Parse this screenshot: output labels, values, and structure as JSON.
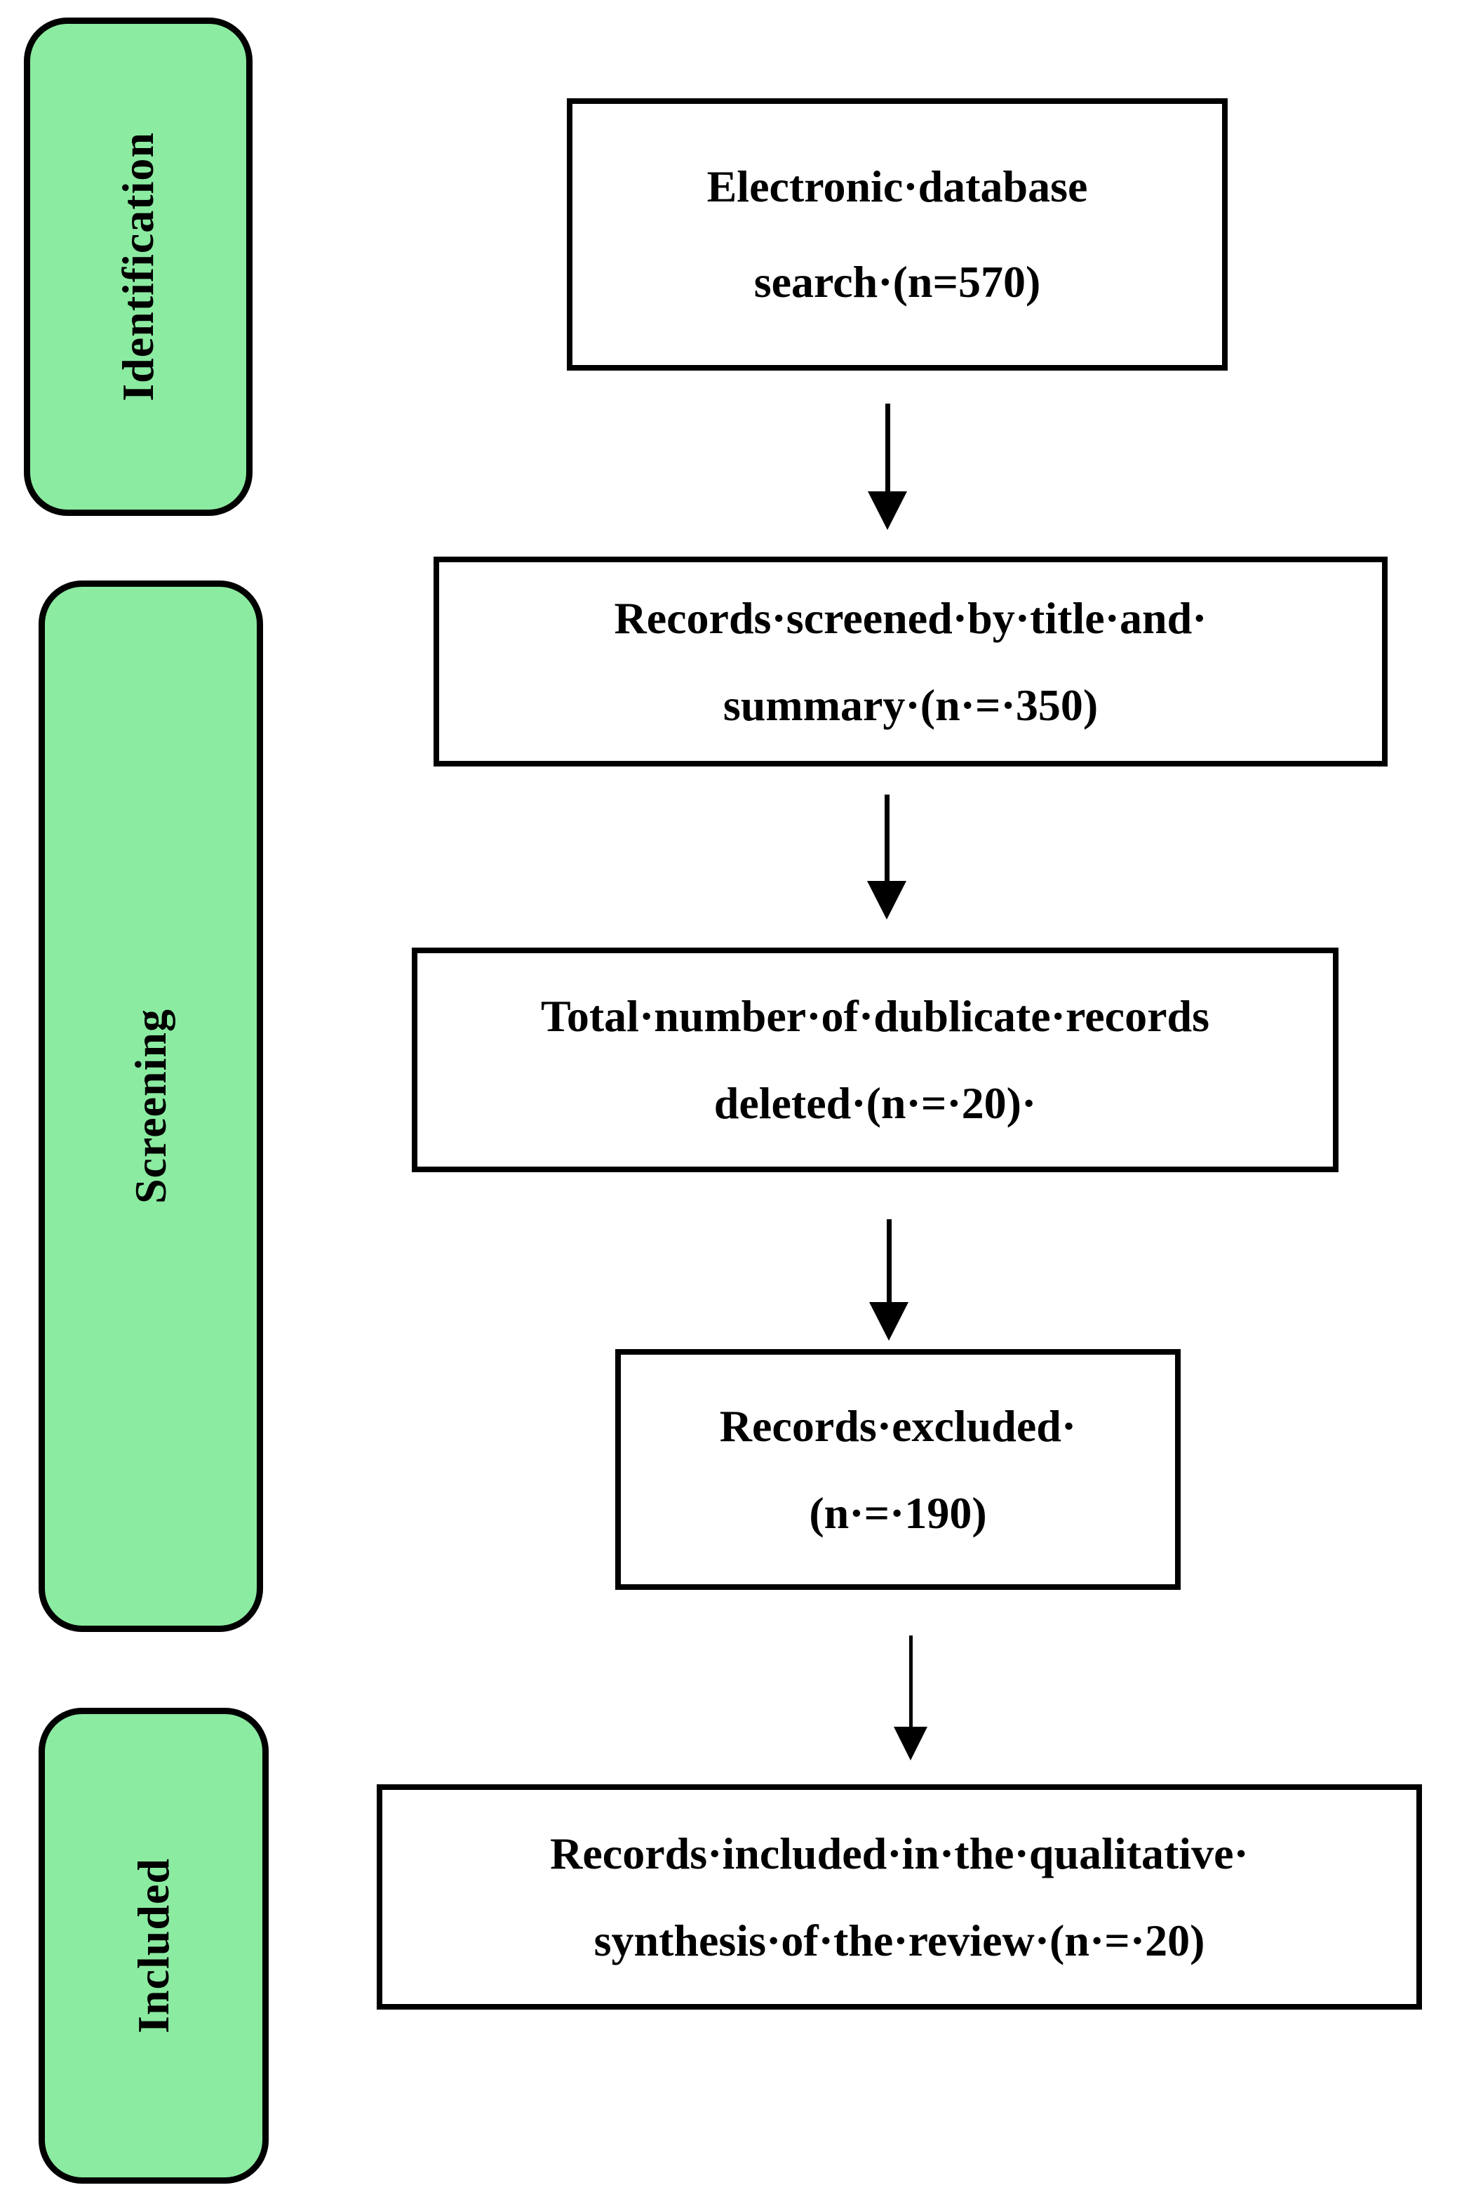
{
  "diagram": {
    "title": "Literature review PRISMA-style flow diagram",
    "colors": {
      "background": "#ffffff",
      "stage_fill": "#8beba1",
      "stage_border": "#000000",
      "box_fill": "#ffffff",
      "box_border": "#000000",
      "arrow": "#000000"
    },
    "stages": [
      {
        "label": "Identification"
      },
      {
        "label": "Screening"
      },
      {
        "label": "Included"
      }
    ],
    "flow_boxes": [
      {
        "line1": "Electronic·database",
        "line2": "search·(n=570)",
        "n": 570
      },
      {
        "line1": "Records·screened·by·title·and·",
        "line2": "summary·(n·=·350)",
        "n": 350
      },
      {
        "line1": "Total·number·of·dublicate·records",
        "line2": "deleted·(n·=·20)·",
        "n": 20
      },
      {
        "line1": "Records·excluded·",
        "line2": "(n·=·190)",
        "n": 190
      },
      {
        "line1": "Records·included·in·the·qualitative·",
        "line2": "synthesis·of·the·review·(n·=·20)",
        "n": 20
      }
    ]
  }
}
